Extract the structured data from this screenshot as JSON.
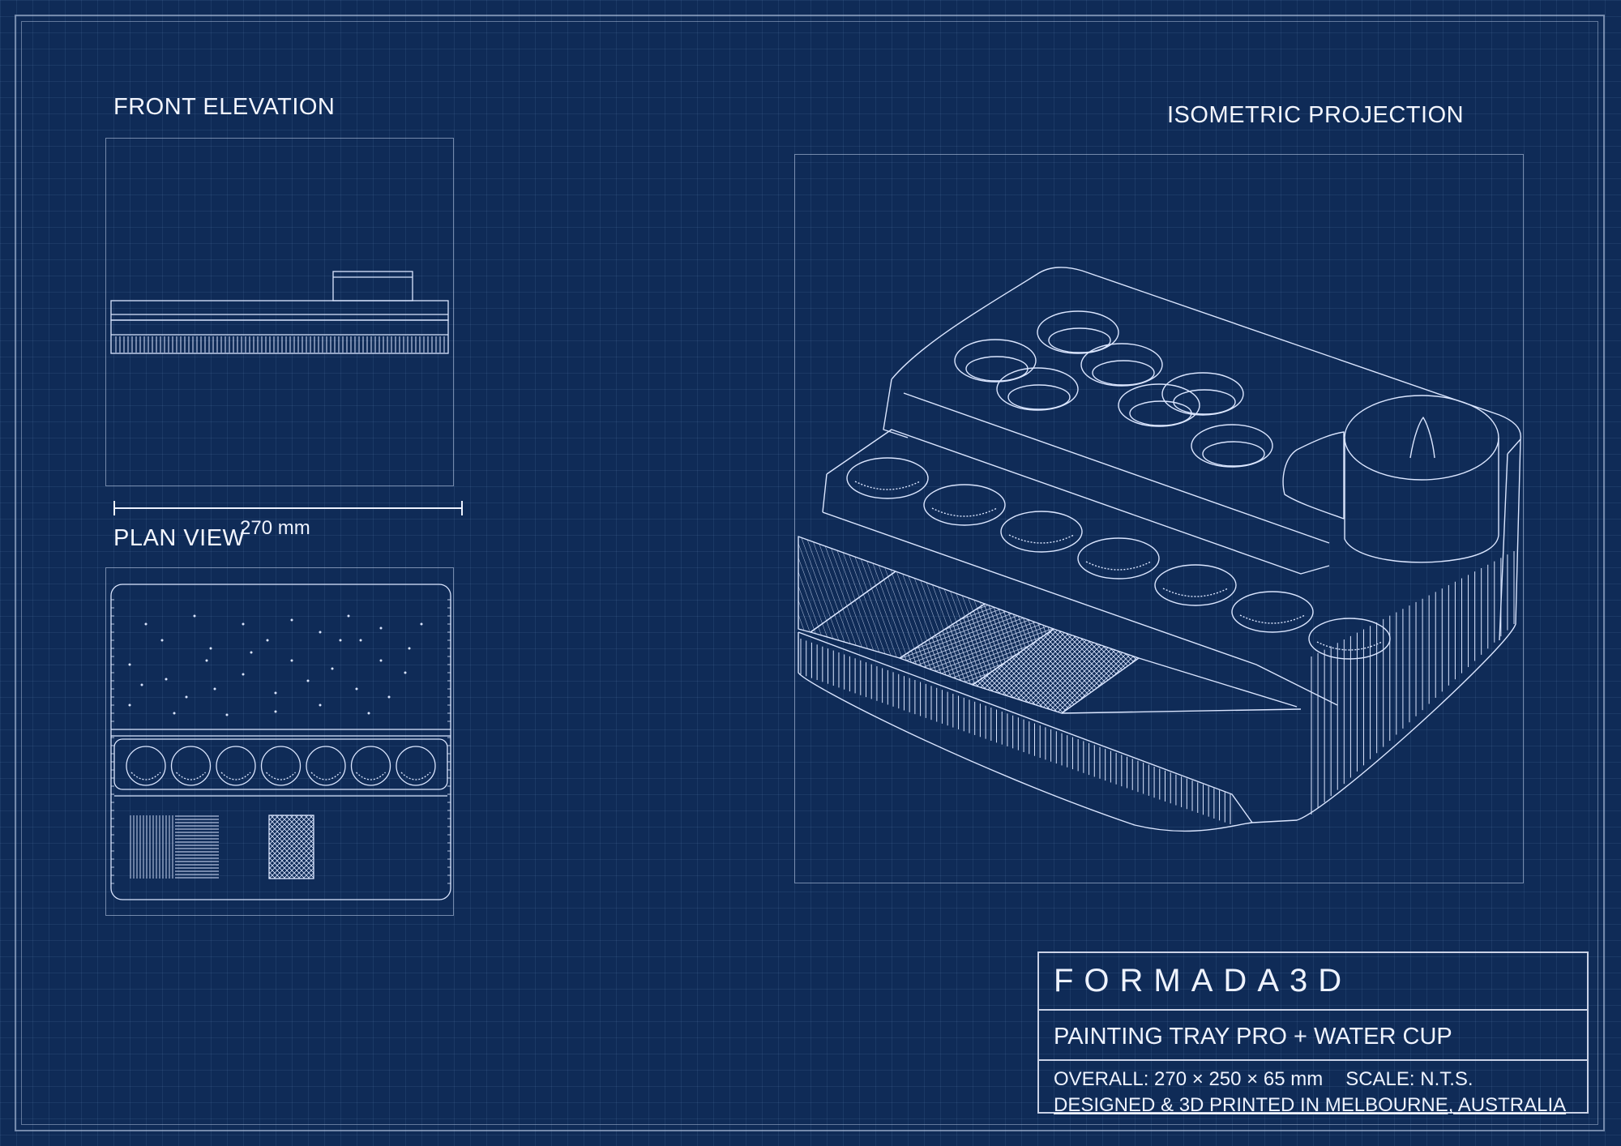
{
  "sheet": {
    "colors": {
      "background": "#0f2b57",
      "line": "#dbe6ff",
      "grid": "#8cafE1"
    }
  },
  "views": {
    "front_elevation": {
      "title": "FRONT ELEVATION"
    },
    "plan_view": {
      "title": "PLAN VIEW"
    },
    "isometric": {
      "title": "ISOMETRIC PROJECTION"
    }
  },
  "dimension": {
    "label": "270 mm"
  },
  "title_block": {
    "brand": "FORMADA3D",
    "product": "PAINTING TRAY PRO + WATER CUP",
    "overall": "OVERALL: 270 × 250 × 65 mm",
    "scale": "SCALE: N.T.S.",
    "origin": "DESIGNED & 3D PRINTED IN MELBOURNE, AUSTRALIA"
  }
}
